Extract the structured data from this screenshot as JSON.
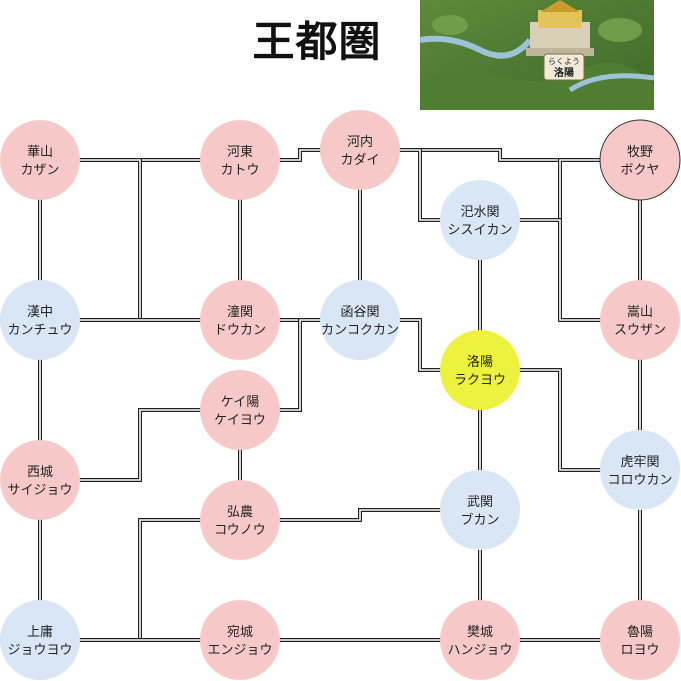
{
  "title": "王都圏",
  "thumbnail": {
    "badge_top": "らくよう",
    "badge_name": "洛陽"
  },
  "colors": {
    "pink": "#f6c9c8",
    "blue": "#d8e6f6",
    "yellow": "#eef23f",
    "line": "#222222"
  },
  "nodes": [
    {
      "id": "kazan",
      "name": "華山",
      "reading": "カザン",
      "color": "pink"
    },
    {
      "id": "katou",
      "name": "河東",
      "reading": "カトウ",
      "color": "pink"
    },
    {
      "id": "kadai",
      "name": "河内",
      "reading": "カダイ",
      "color": "pink"
    },
    {
      "id": "bokuya",
      "name": "牧野",
      "reading": "ボクヤ",
      "color": "pink"
    },
    {
      "id": "shisuikan",
      "name": "汜水関",
      "reading": "シスイカン",
      "color": "blue"
    },
    {
      "id": "kanchuu",
      "name": "漢中",
      "reading": "カンチュウ",
      "color": "blue"
    },
    {
      "id": "doukan",
      "name": "潼関",
      "reading": "ドウカン",
      "color": "pink"
    },
    {
      "id": "kankokukan",
      "name": "函谷関",
      "reading": "カンコクカン",
      "color": "blue"
    },
    {
      "id": "rakuyou",
      "name": "洛陽",
      "reading": "ラクヨウ",
      "color": "yellow"
    },
    {
      "id": "suuzan",
      "name": "嵩山",
      "reading": "スウザン",
      "color": "pink"
    },
    {
      "id": "keiyou",
      "name": "ケイ陽",
      "reading": "ケイヨウ",
      "color": "pink"
    },
    {
      "id": "saijou",
      "name": "西城",
      "reading": "サイジョウ",
      "color": "pink"
    },
    {
      "id": "kouroukan",
      "name": "虎牢関",
      "reading": "コロウカン",
      "color": "blue"
    },
    {
      "id": "kounou",
      "name": "弘農",
      "reading": "コウノウ",
      "color": "pink"
    },
    {
      "id": "bukan",
      "name": "武関",
      "reading": "ブカン",
      "color": "blue"
    },
    {
      "id": "jouyou",
      "name": "上庸",
      "reading": "ジョウヨウ",
      "color": "blue"
    },
    {
      "id": "enjou",
      "name": "宛城",
      "reading": "エンジョウ",
      "color": "pink"
    },
    {
      "id": "hanjou",
      "name": "樊城",
      "reading": "ハンジョウ",
      "color": "pink"
    },
    {
      "id": "royou",
      "name": "魯陽",
      "reading": "ロヨウ",
      "color": "pink"
    }
  ],
  "edges": [
    [
      "kazan",
      "katou"
    ],
    [
      "katou",
      "kadai"
    ],
    [
      "kadai",
      "bokuya"
    ],
    [
      "kadai",
      "shisuikan"
    ],
    [
      "bokuya",
      "shisuikan"
    ],
    [
      "kazan",
      "kanchuu"
    ],
    [
      "kazan",
      "doukan"
    ],
    [
      "katou",
      "doukan"
    ],
    [
      "kadai",
      "kankokukan"
    ],
    [
      "bokuya",
      "suuzan"
    ],
    [
      "shisuikan",
      "rakuyou"
    ],
    [
      "shisuikan",
      "suuzan"
    ],
    [
      "kanchuu",
      "doukan"
    ],
    [
      "doukan",
      "kankokukan"
    ],
    [
      "kankokukan",
      "rakuyou"
    ],
    [
      "kankokukan",
      "keiyou"
    ],
    [
      "kanchuu",
      "saijou"
    ],
    [
      "keiyou",
      "saijou"
    ],
    [
      "keiyou",
      "kounou"
    ],
    [
      "rakuyou",
      "bukan"
    ],
    [
      "rakuyou",
      "kouroukan"
    ],
    [
      "suuzan",
      "kouroukan"
    ],
    [
      "kounou",
      "bukan"
    ],
    [
      "kounou",
      "jouyou"
    ],
    [
      "saijou",
      "jouyou"
    ],
    [
      "bukan",
      "hanjou"
    ],
    [
      "kouroukan",
      "royou"
    ],
    [
      "jouyou",
      "enjou"
    ],
    [
      "enjou",
      "hanjou"
    ],
    [
      "hanjou",
      "royou"
    ]
  ]
}
